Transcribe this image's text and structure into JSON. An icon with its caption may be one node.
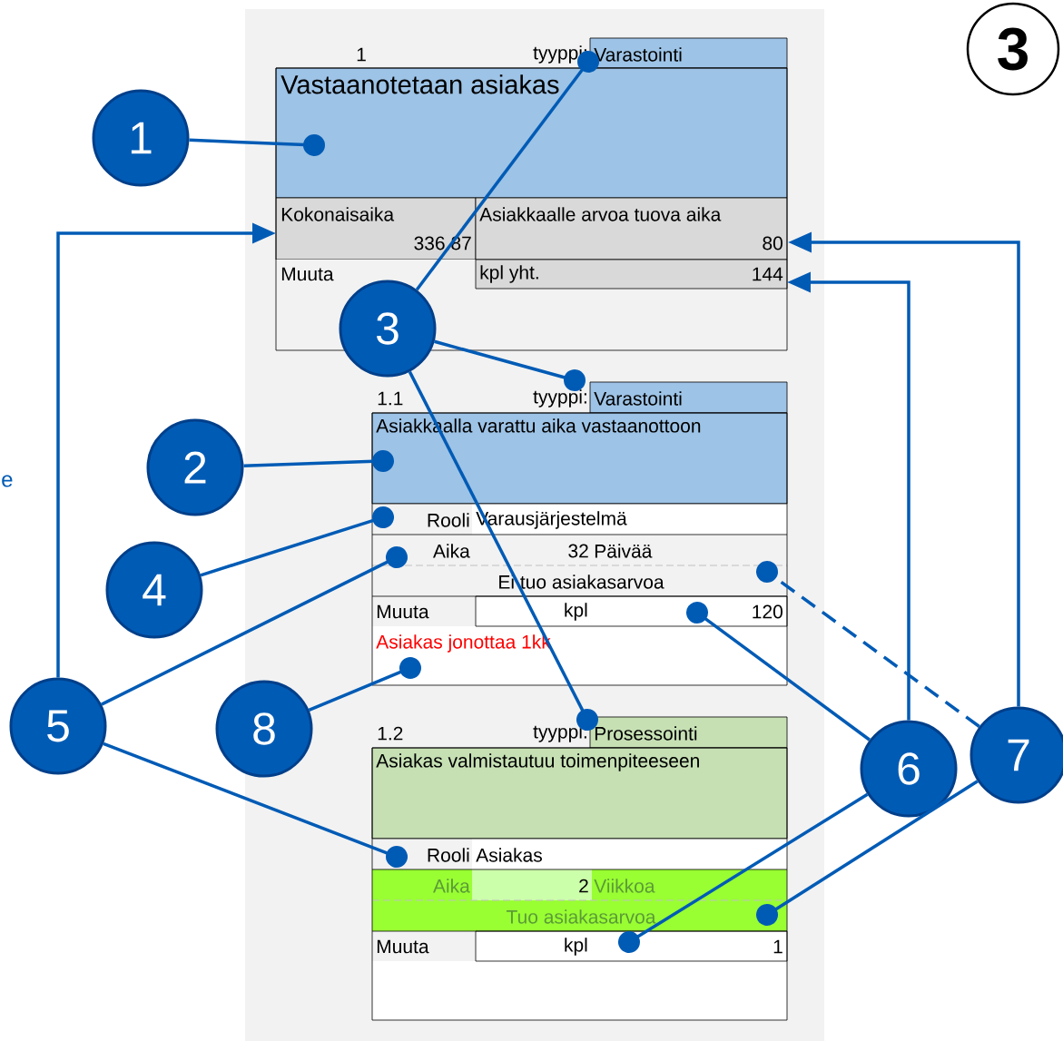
{
  "diagram": {
    "nodes": [
      {
        "text": [
          "1",
          "tyyppi:",
          "Varastointi",
          "Vastaanotetaan asiakas",
          "Kokonaisaika",
          "336.87",
          "Asiakkaalle arvoa tuova aika",
          "80",
          "Muuta",
          "kpl yht.",
          "144"
        ]
      },
      {
        "text": [
          "1.1",
          "tyyppi:",
          "Varastointi",
          "Asiakkaalla varattu aika vastaanottoon",
          "Rooli",
          "Varausjärjestelmä",
          "Aika",
          "32",
          "Päivää",
          "Ei tuo asiakasarvoa",
          "Muuta",
          "kpl",
          "120",
          "Asiakas jonottaa 1kk"
        ]
      },
      {
        "text": [
          "1.2",
          "tyyppi:",
          "Prosessointi",
          "Asiakas valmistautuu toimenpiteeseen",
          "Rooli",
          "Asiakas",
          "Aika",
          "2",
          "Viikkoa",
          "Tuo asiakasarvoa",
          "Muuta",
          "kpl",
          "1"
        ]
      },
      {
        "text": [
          "1"
        ]
      },
      {
        "text": [
          "2"
        ]
      },
      {
        "text": [
          "3"
        ]
      },
      {
        "text": [
          "4"
        ]
      },
      {
        "text": [
          "5"
        ]
      },
      {
        "text": [
          "6"
        ]
      },
      {
        "text": [
          "7"
        ]
      },
      {
        "text": [
          "8"
        ]
      },
      {
        "text": [
          "3"
        ]
      }
    ],
    "edges": [
      {
        "from": 3,
        "to": 0,
        "arrow": "other"
      },
      {
        "from": 4,
        "to": 1,
        "arrow": "other"
      },
      {
        "from": 5,
        "to": 0,
        "arrow": "other"
      },
      {
        "from": 5,
        "to": 1,
        "arrow": "other"
      },
      {
        "from": 5,
        "to": 2,
        "arrow": "other"
      },
      {
        "from": 6,
        "to": 1,
        "arrow": "other"
      },
      {
        "from": 7,
        "to": 0,
        "arrow": "to"
      },
      {
        "from": 7,
        "to": 1,
        "arrow": "other"
      },
      {
        "from": 7,
        "to": 2,
        "arrow": "other"
      },
      {
        "from": 10,
        "to": 1,
        "arrow": "other"
      },
      {
        "from": 8,
        "to": 0,
        "arrow": "to"
      },
      {
        "from": 8,
        "to": 1,
        "arrow": "other"
      },
      {
        "from": 8,
        "to": 2,
        "arrow": "other"
      },
      {
        "from": 9,
        "to": 0,
        "arrow": "to"
      },
      {
        "from": 9,
        "to": 1,
        "arrow": "other",
        "style": "dashed"
      },
      {
        "from": 9,
        "to": 2,
        "arrow": "other"
      }
    ],
    "labels": [
      "e"
    ]
  }
}
